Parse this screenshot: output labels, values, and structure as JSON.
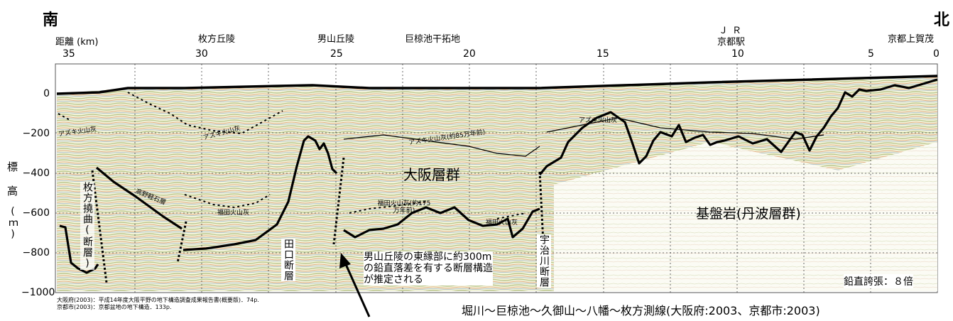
{
  "direction": {
    "south": "南",
    "north": "北"
  },
  "distance_label": "距離 (km)",
  "x_ticks": [
    "35",
    "30",
    "25",
    "20",
    "15",
    "10",
    "5",
    "0"
  ],
  "top_places": [
    "枚方丘陵",
    "男山丘陵",
    "巨椋池干拓地",
    "ＪＲ",
    "京都駅",
    "京都上賀茂"
  ],
  "y_ticks": [
    "0",
    "−200",
    "−400",
    "−600",
    "−800",
    "−1000"
  ],
  "y_title": [
    "標",
    "高",
    "(ｍ)"
  ],
  "layer_labels": {
    "azuki1": "アズキ火山灰",
    "azuki2": "アズキ火山灰",
    "azuki3": "アズキ火山灰(約85万年前)",
    "azuki4": "アズキ火山灰",
    "tephra_name": "高野軽石層",
    "fukuda1": "福田火山灰",
    "fukuda2": "福田火山灰(約175万年前)",
    "fukuda3": "福田火山灰",
    "osaka_group": "大阪層群",
    "basement": "基盤岩(丹波層群)"
  },
  "faults": {
    "hirakata": "枚方撓曲(断層)",
    "taguchi": "田口断層",
    "uji": "宇治川断層"
  },
  "annotation": [
    "男山丘陵の東縁部に約300m",
    "の鉛直落差を有する断層構造",
    "が推定される"
  ],
  "exaggeration": "鉛直誇張：８倍",
  "refs": [
    "大阪府(2003)：平成14年度大阪平野の地下構造調査成果報告書(概要版)．74p.",
    "京都市(2003)：京都盆地の地下構造．133p."
  ],
  "section_title": "堀川〜巨椋池〜久御山〜八幡〜枚方測線(大阪府:2003、京都市:2003)"
}
